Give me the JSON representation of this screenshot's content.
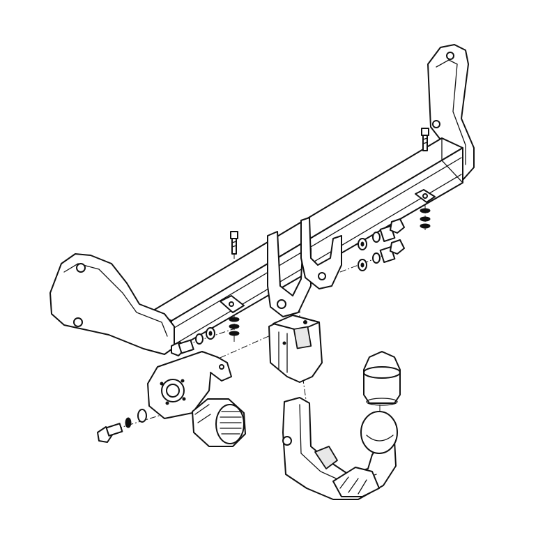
{
  "diagram": {
    "kind": "exploded-assembly",
    "parts": [
      "crossbeam",
      "left-bracket",
      "right-bracket",
      "center-mount-brackets",
      "bolts",
      "washers",
      "nuts",
      "electrical-socket-plate",
      "electrical-socket",
      "receiver-block",
      "tow-ball-arm",
      "ball-cap"
    ]
  }
}
